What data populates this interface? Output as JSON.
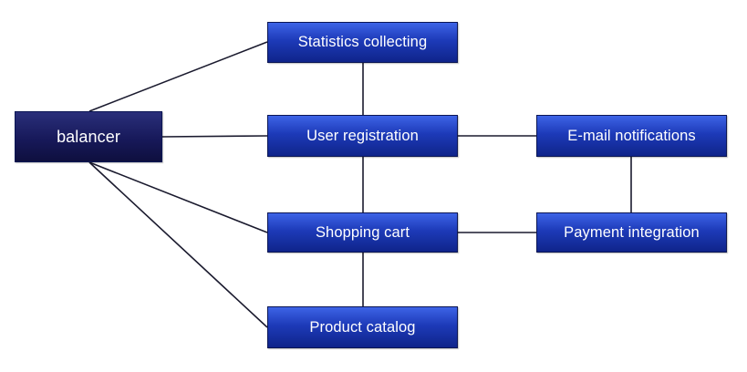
{
  "diagram": {
    "nodes": {
      "balancer": "balancer",
      "statistics": "Statistics collecting",
      "user_registration": "User registration",
      "shopping_cart": "Shopping cart",
      "product_catalog": "Product catalog",
      "email_notifications": "E-mail notifications",
      "payment_integration": "Payment integration"
    },
    "edges": [
      {
        "from": "balancer",
        "to": "statistics"
      },
      {
        "from": "balancer",
        "to": "user_registration"
      },
      {
        "from": "balancer",
        "to": "shopping_cart"
      },
      {
        "from": "balancer",
        "to": "product_catalog"
      },
      {
        "from": "statistics",
        "to": "user_registration"
      },
      {
        "from": "user_registration",
        "to": "shopping_cart"
      },
      {
        "from": "shopping_cart",
        "to": "product_catalog"
      },
      {
        "from": "user_registration",
        "to": "email_notifications"
      },
      {
        "from": "email_notifications",
        "to": "payment_integration"
      },
      {
        "from": "shopping_cart",
        "to": "payment_integration"
      }
    ],
    "colors": {
      "node_blue": "#1d3ab8",
      "node_dark": "#17195a",
      "edge": "#1a1a2e",
      "text": "#ffffff"
    }
  }
}
